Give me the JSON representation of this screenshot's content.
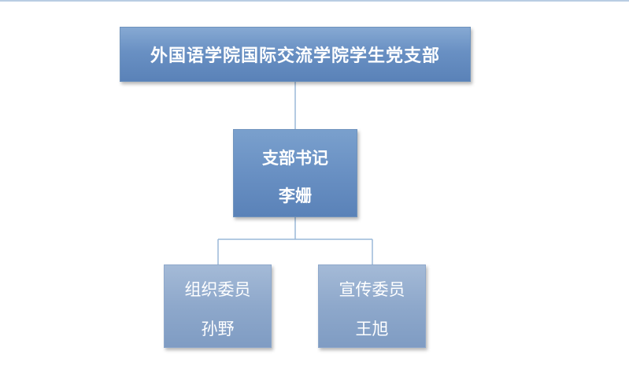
{
  "org_chart": {
    "root": {
      "label": "外国语学院国际交流学院学生党支部"
    },
    "secretary": {
      "title": "支部书记",
      "name": "李姗"
    },
    "members": [
      {
        "title": "组织委员",
        "name": "孙野"
      },
      {
        "title": "宣传委员",
        "name": "王旭"
      }
    ]
  },
  "colors": {
    "primary_box": "#6990c3",
    "secondary_box": "#8ea8cb",
    "connector": "#9ab8d8",
    "text": "#ffffff"
  }
}
